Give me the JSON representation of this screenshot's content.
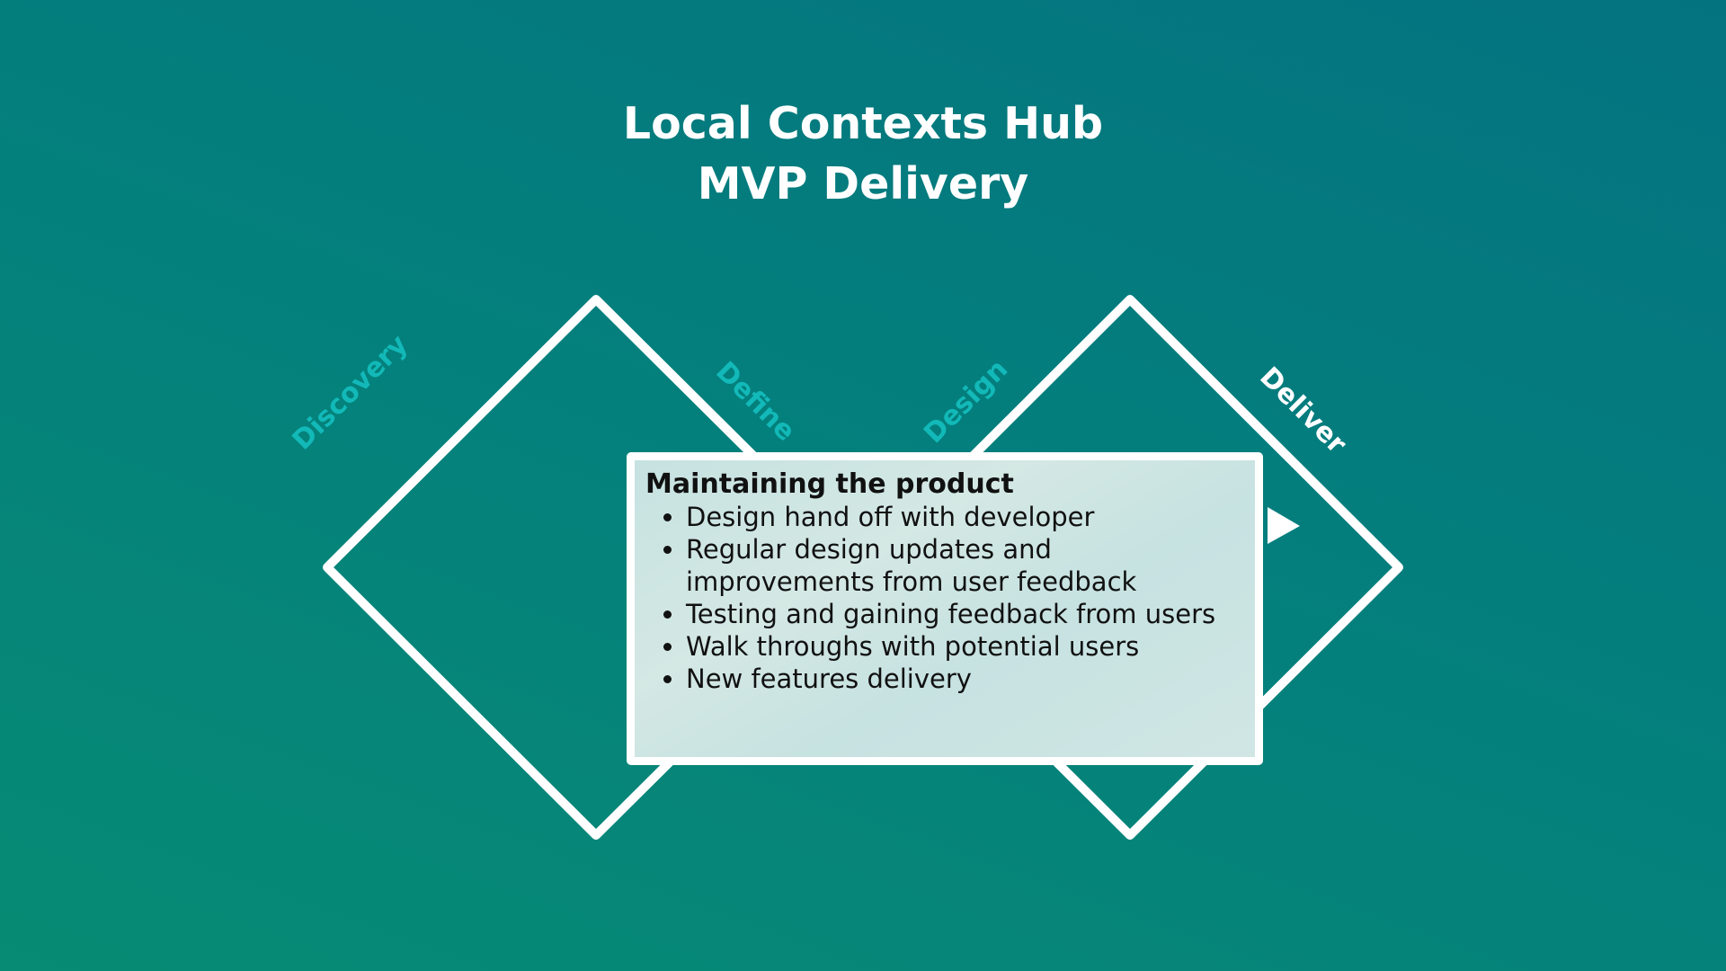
{
  "header": {
    "title": "Local Contexts Hub",
    "subtitle": "MVP Delivery"
  },
  "phases": [
    {
      "label": "Discovery",
      "color": "#12b9b8"
    },
    {
      "label": "Define",
      "color": "#12b9b8"
    },
    {
      "label": "Design",
      "color": "#12b9b8"
    },
    {
      "label": "Deliver",
      "color": "#ffffff"
    }
  ],
  "info": {
    "heading": "Maintaining the product",
    "items": [
      "Design hand off with developer",
      "Regular design updates and improvements from user feedback",
      "Testing and gaining feedback from users",
      "Walk throughs with potential users",
      "New features delivery"
    ]
  },
  "colors": {
    "background_top": "#037380",
    "background_bottom": "#078b74",
    "outline": "#ffffff",
    "accent_label": "#12b9b8",
    "box_fill": "#c6e2e1"
  }
}
